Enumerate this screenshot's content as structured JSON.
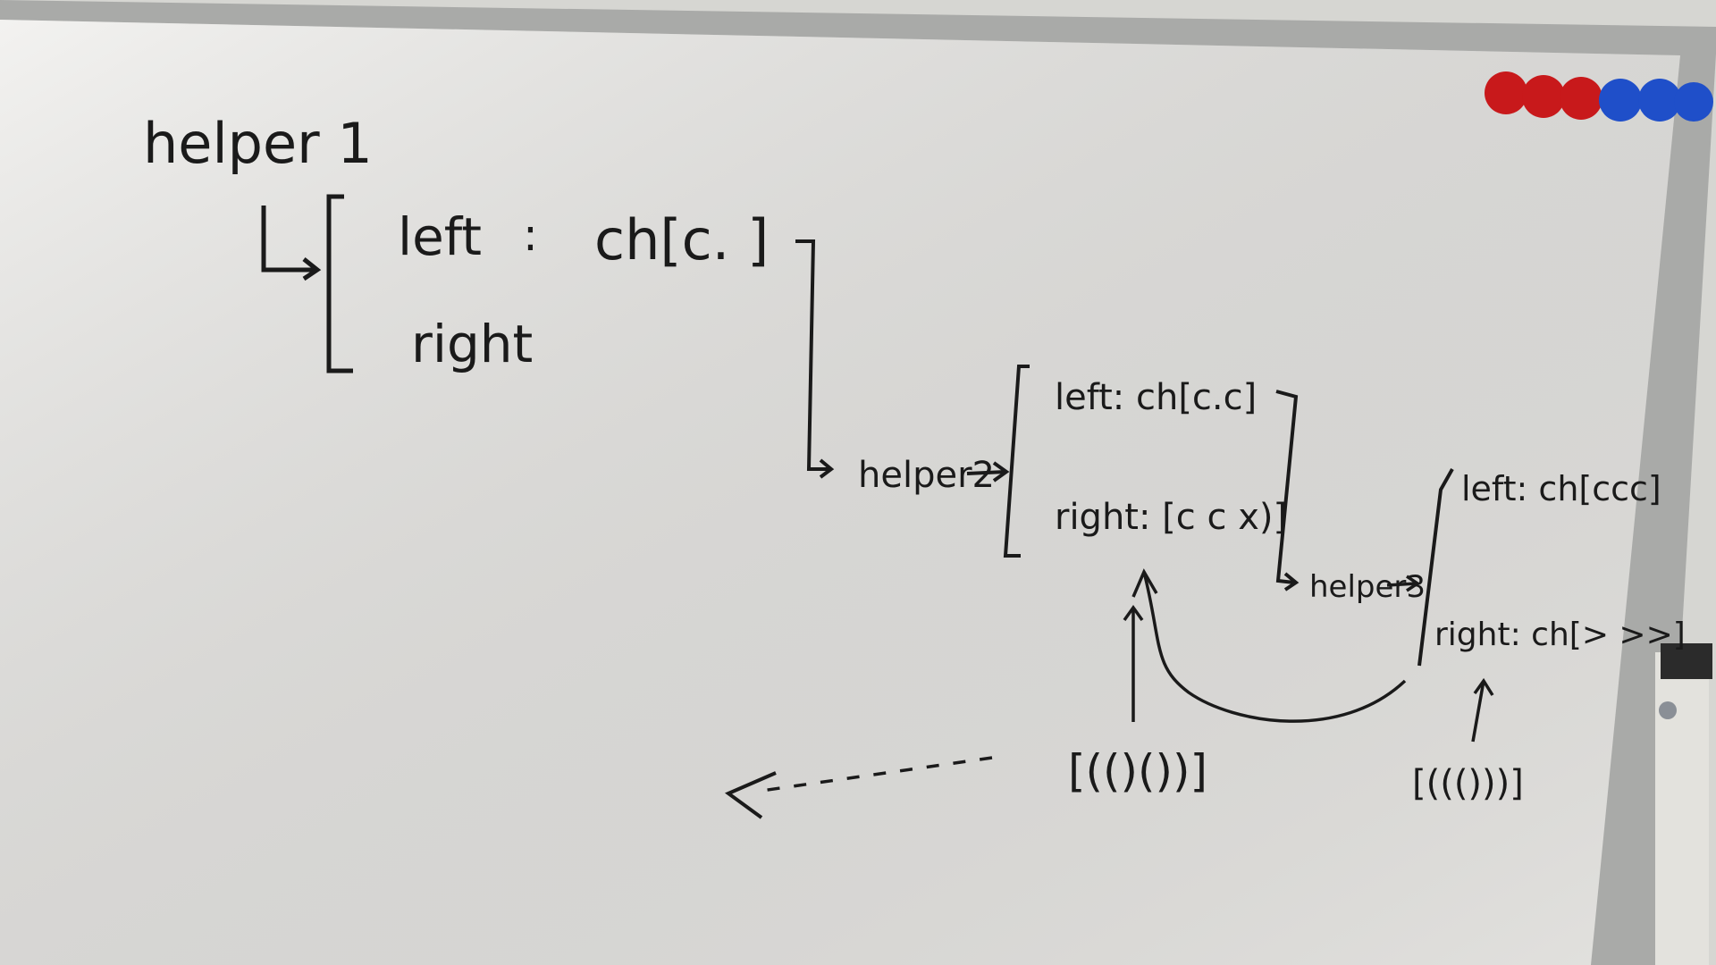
{
  "whiteboard": {
    "colors": {
      "board": "#ecebe8",
      "frame": "#a9aaa8",
      "ink": "#1a1a1a",
      "wall": "#d6d6d2",
      "magnet_red": "#c8191b",
      "magnet_blue": "#1f4fc9"
    },
    "magnets": [
      {
        "color": "red"
      },
      {
        "color": "red"
      },
      {
        "color": "red"
      },
      {
        "color": "blue"
      },
      {
        "color": "blue"
      },
      {
        "color": "blue"
      }
    ],
    "helper1": {
      "name": "helper 1",
      "left": "left",
      "colon": ":",
      "left_value": "ch[c. ]",
      "right": "right"
    },
    "helper2": {
      "name": "helper2",
      "left": "left: ch[c.c]",
      "right": "right: [c c x)]"
    },
    "helper3": {
      "name": "helper3",
      "left": "left: ch[ccc]",
      "right": "right: ch[> >>]"
    },
    "inputs": {
      "middle": "[(()())]",
      "right": "[((()))]"
    }
  }
}
